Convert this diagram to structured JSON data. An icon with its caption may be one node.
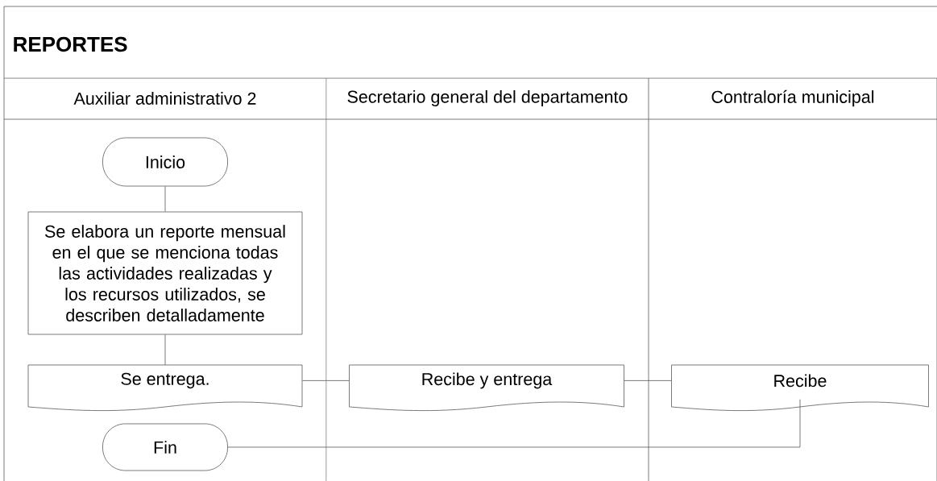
{
  "diagram": {
    "title": "REPORTES",
    "nodes": [
      {
        "text": [
          "Auxiliar administrativo 2"
        ]
      },
      {
        "text": [
          "Secretario general del departamento"
        ]
      },
      {
        "text": [
          "Contraloría municipal"
        ]
      },
      {
        "text": [
          "Inicio"
        ],
        "in": 0
      },
      {
        "text": [
          "Se elabora un reporte mensual en el que se menciona todas las actividades realizadas y los recursos utilizados, se describen detalladamente"
        ],
        "in": 0
      },
      {
        "text": [
          "Se entrega."
        ],
        "in": 0
      },
      {
        "text": [
          "Fin"
        ],
        "in": 0
      },
      {
        "text": [
          "Recibe y entrega"
        ],
        "in": 1
      },
      {
        "text": [
          "Recibe"
        ],
        "in": 2
      }
    ],
    "edges": [
      {
        "from": 3,
        "to": 4,
        "arrow": "none"
      },
      {
        "from": 4,
        "to": 5,
        "arrow": "none"
      },
      {
        "from": 5,
        "to": 7,
        "arrow": "none"
      },
      {
        "from": 7,
        "to": 8,
        "arrow": "none"
      },
      {
        "from": 8,
        "to": 6,
        "arrow": "none"
      }
    ]
  }
}
